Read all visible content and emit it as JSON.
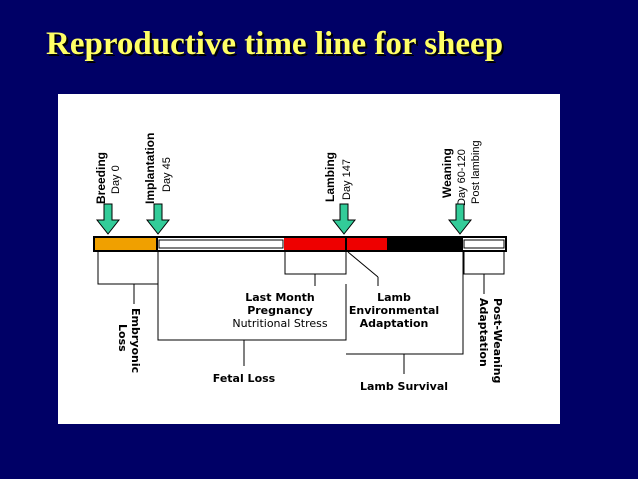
{
  "title": "Reproductive time line for sheep",
  "colors": {
    "background": "#000066",
    "title": "#ffff66",
    "arrow": "#33cc99",
    "embryonic_segment": "#f0a000",
    "lambing_segment": "#ee0000",
    "weaning_segment": "#000000"
  },
  "events": {
    "breeding": {
      "name": "Breeding",
      "day": "Day 0"
    },
    "implantation": {
      "name": "Implantation",
      "day": "Day 45"
    },
    "lambing": {
      "name": "Lambing",
      "day": "Day 147"
    },
    "weaning": {
      "name": "Weaning",
      "day": "Day 60-120",
      "note": "Post lambing"
    }
  },
  "periods": {
    "last_month": {
      "line1": "Last Month",
      "line2": "Pregnancy",
      "line3": "Nutritional Stress"
    },
    "lamb_env": {
      "line1": "Lamb",
      "line2": "Environmental",
      "line3": "Adaptation"
    },
    "embryonic": {
      "line1": "Embryonic",
      "line2": "Loss"
    },
    "post_weaning": {
      "line1": "Post-Weaning",
      "line2": "Adaptation"
    },
    "fetal_loss": "Fetal Loss",
    "lamb_survival": "Lamb Survival"
  }
}
